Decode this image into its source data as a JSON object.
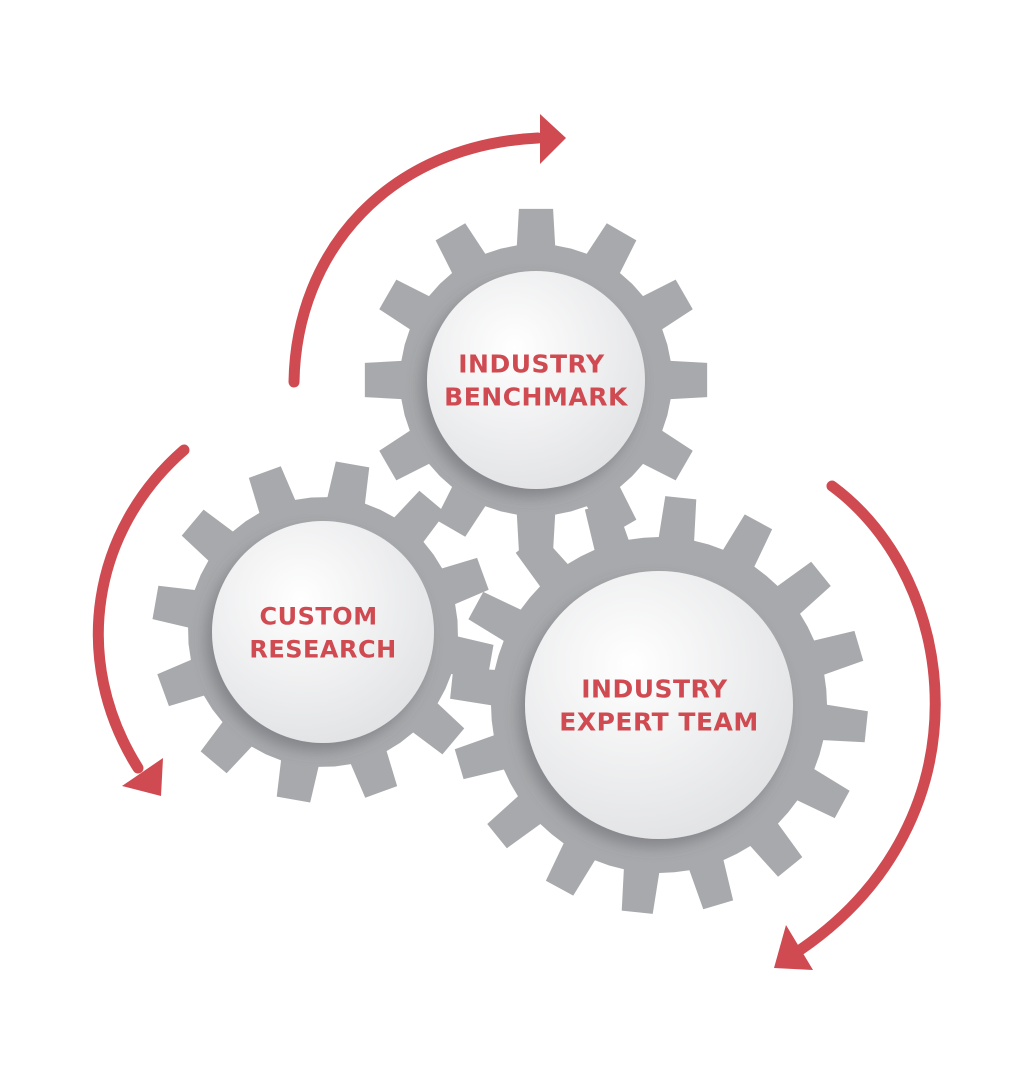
{
  "colors": {
    "gear": "#a7a9ac",
    "arrow": "#cf4b51",
    "label": "#cf4b51",
    "hub_light": "#ffffff",
    "hub_dark": "#e1e2e4"
  },
  "gears": [
    {
      "id": "benchmark",
      "lines": [
        "INDUSTRY",
        "BENCHMARK"
      ]
    },
    {
      "id": "custom",
      "lines": [
        "CUSTOM",
        "RESEARCH"
      ]
    },
    {
      "id": "expert",
      "lines": [
        "INDUSTRY",
        "EXPERT TEAM"
      ]
    }
  ]
}
